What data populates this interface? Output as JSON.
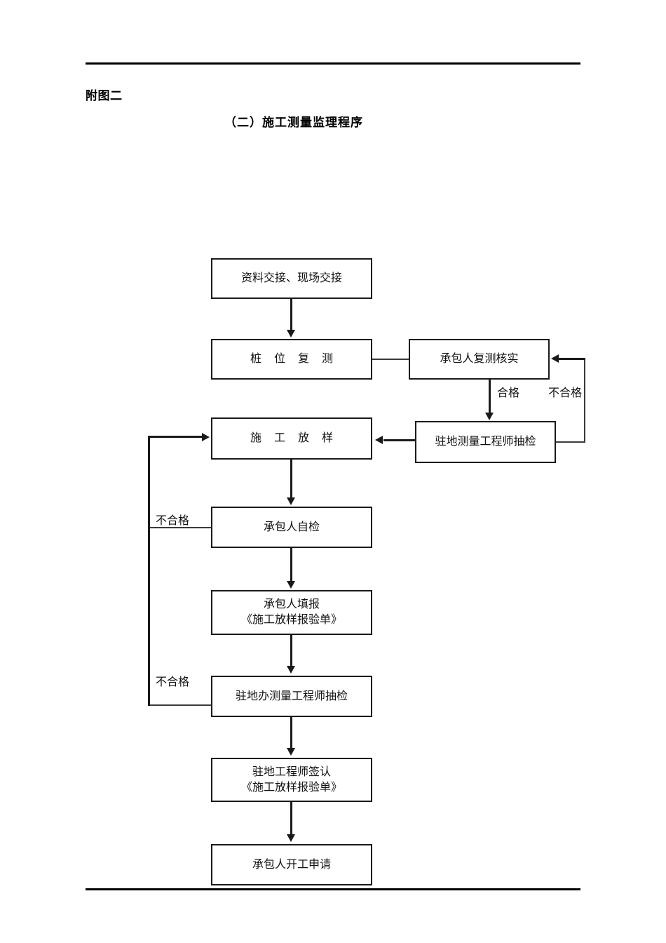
{
  "document": {
    "figure_label": "附图二",
    "title": "（二）施工测量监理程序"
  },
  "flowchart": {
    "nodes": [
      {
        "id": "handover",
        "label": "资料交接、现场交接"
      },
      {
        "id": "stake-recheck",
        "label": "桩 位 复 测"
      },
      {
        "id": "contractor-verify",
        "label": "承包人复测核实"
      },
      {
        "id": "resident-spotcheck",
        "label": "驻地测量工程师抽检"
      },
      {
        "id": "construction-layout",
        "label": "施 工 放 样"
      },
      {
        "id": "contractor-selfcheck",
        "label": "承包人自检"
      },
      {
        "id": "contractor-report-line1",
        "label": "承包人填报"
      },
      {
        "id": "contractor-report-line2",
        "label": "《施工放样报验单》"
      },
      {
        "id": "office-spotcheck",
        "label": "驻地办测量工程师抽检"
      },
      {
        "id": "engineer-sign-line1",
        "label": "驻地工程师签认"
      },
      {
        "id": "engineer-sign-line2",
        "label": "《施工放样报验单》"
      },
      {
        "id": "start-application",
        "label": "承包人开工申请"
      }
    ],
    "edge_labels": {
      "qualified": "合格",
      "unqualified_right": "不合格",
      "unqualified_selfcheck": "不合格",
      "unqualified_office": "不合格"
    }
  },
  "colors": {
    "ink": "#1a1a1a",
    "page": "#ffffff"
  }
}
